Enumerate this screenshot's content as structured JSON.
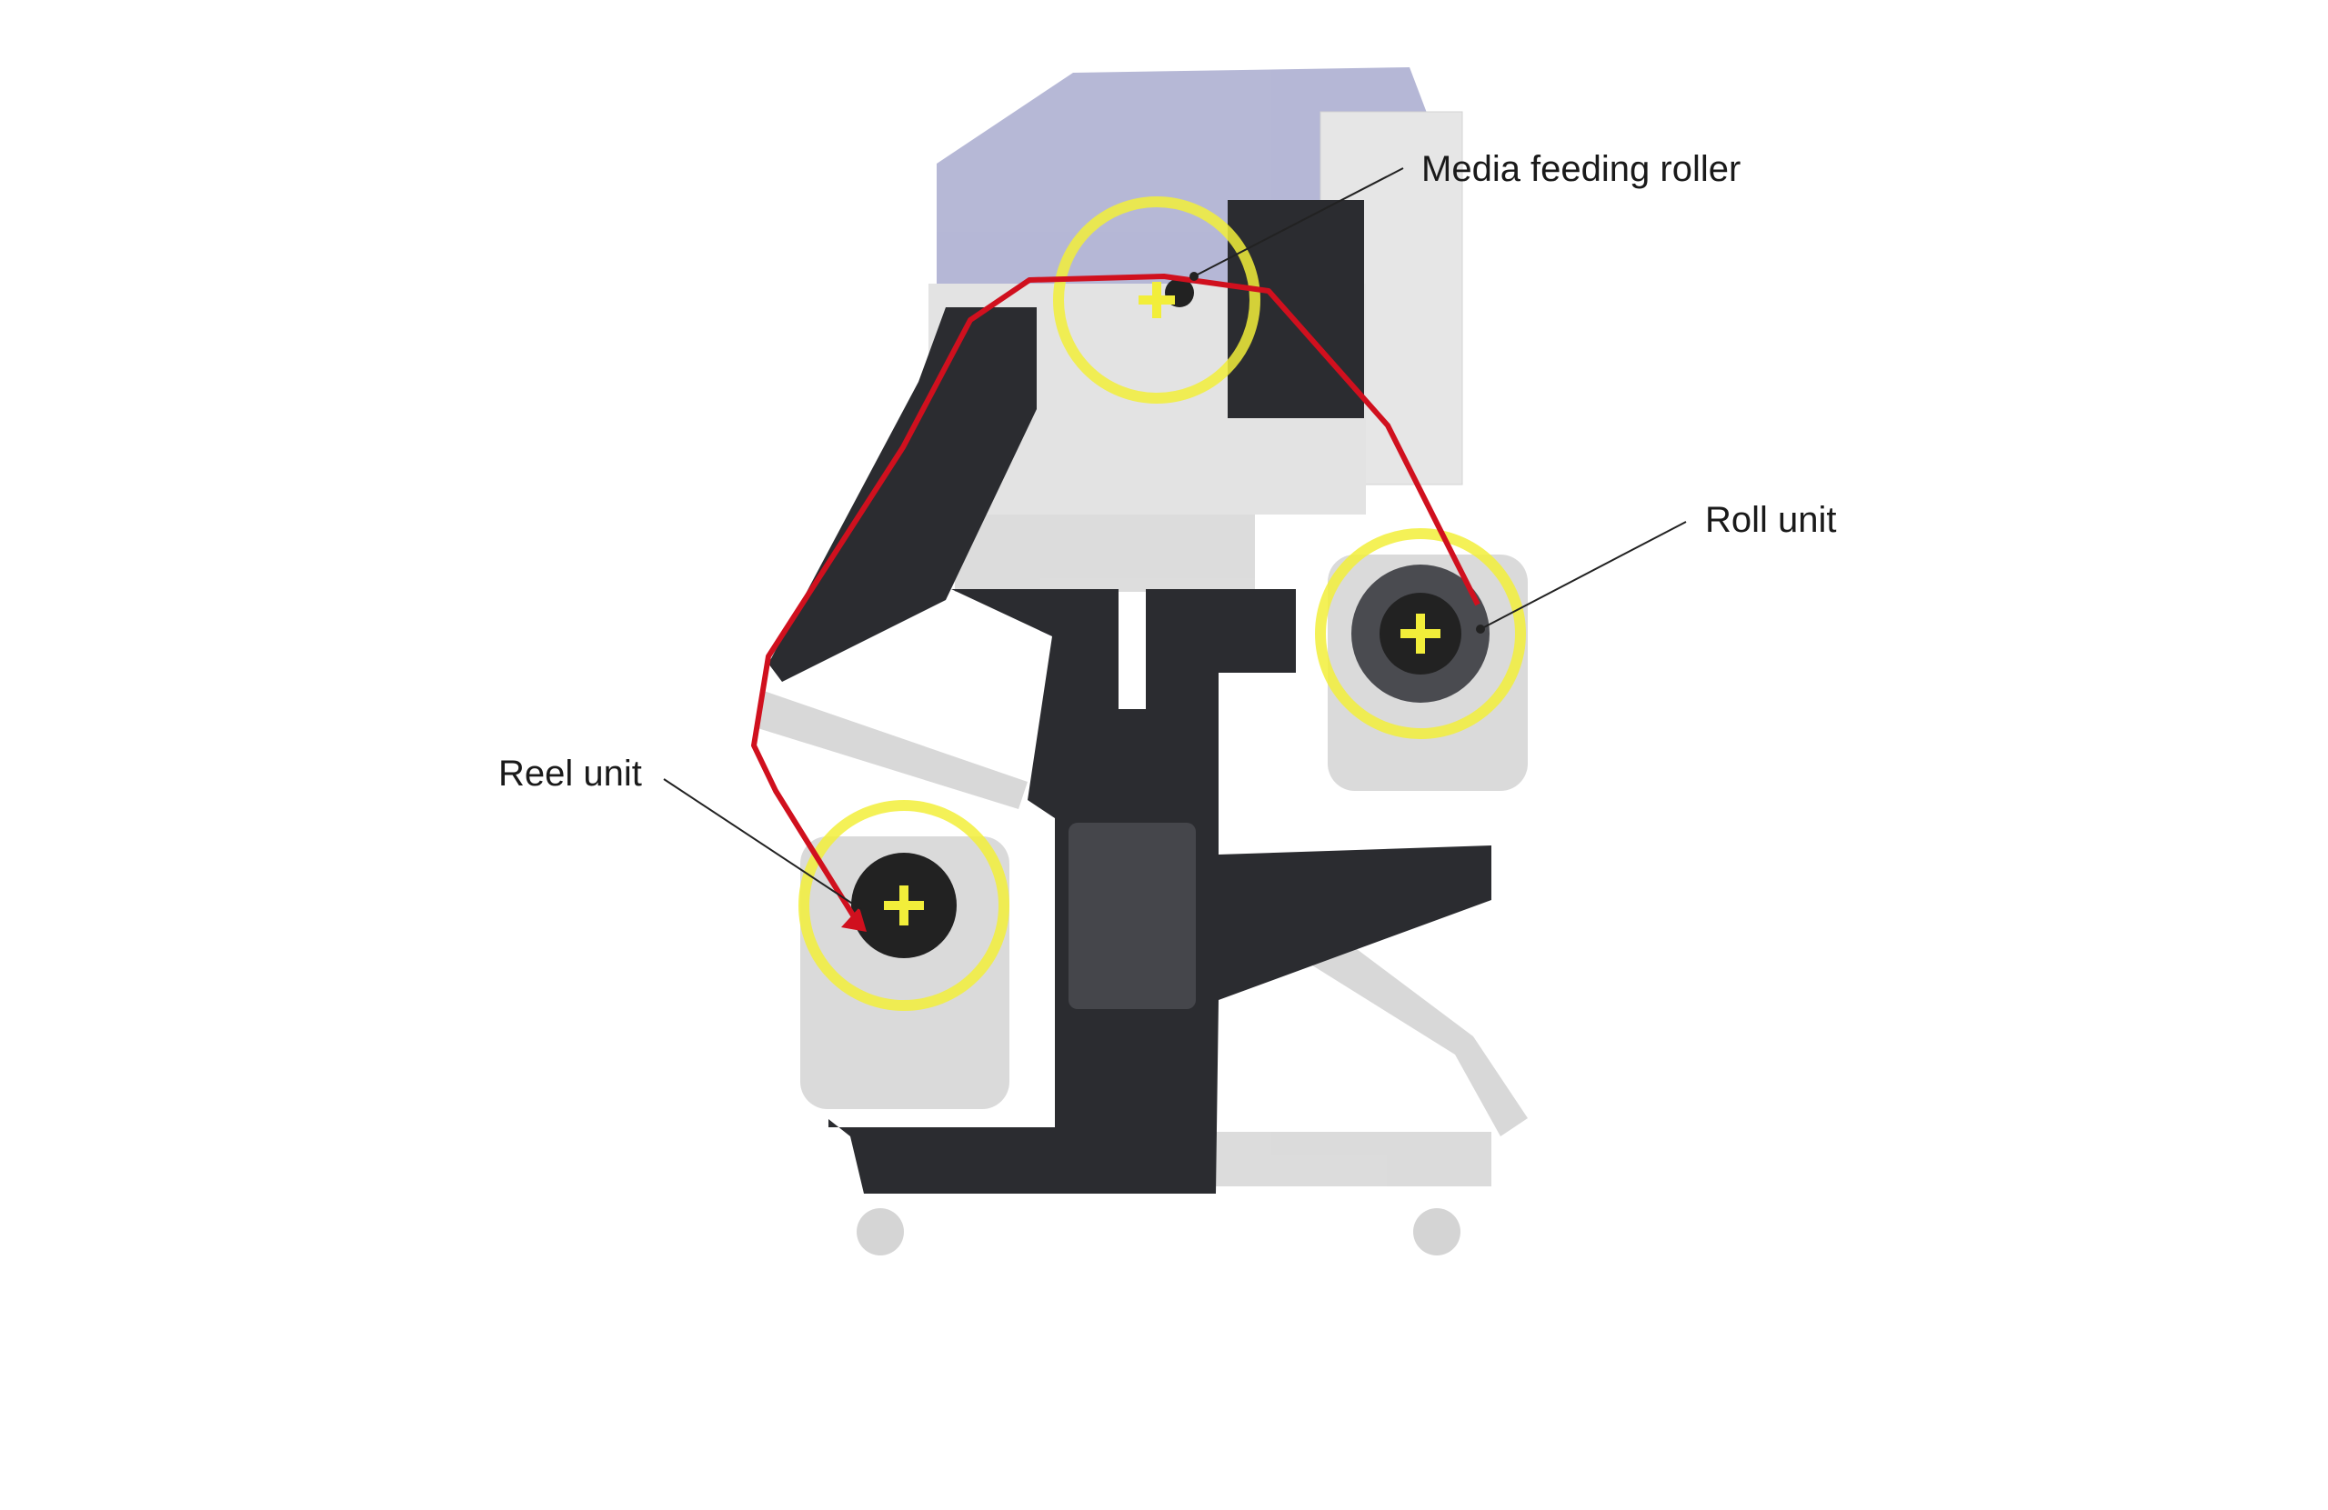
{
  "labels": {
    "media_feeding_roller": "Media feeding roller",
    "roll_unit": "Roll unit",
    "reel_unit": "Reel unit"
  },
  "colors": {
    "media_path": "#d0101e",
    "highlight": "#f2ee3a",
    "stand": "#2b2c30",
    "printer_top": "#a9acd0",
    "printer_body": "#e2e2e2"
  }
}
